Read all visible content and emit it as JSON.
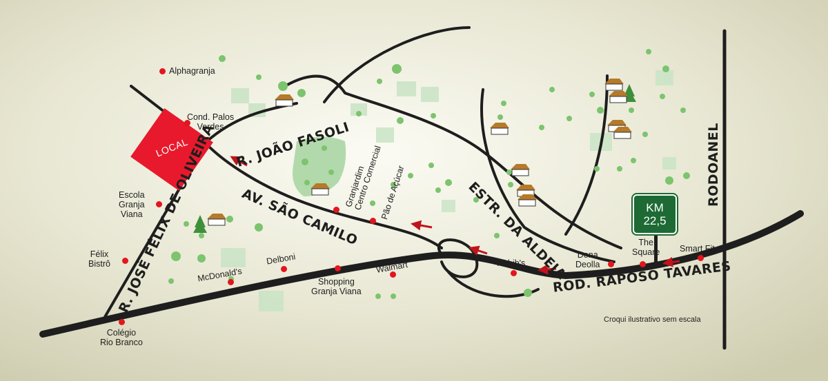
{
  "map": {
    "local_label": "LOCAL",
    "km_sign": {
      "line1": "KM",
      "line2": "22,5"
    },
    "note": "Croqui ilustrativo sem escala",
    "roads": {
      "joao_fasoli": "R. JOÃO FASOLI",
      "jose_felix": "R. JOSÉ FÉLIX DE OLIVEIRA",
      "sao_camilo": "AV. SÃO CAMILO",
      "estr_aldeia": "ESTR. DA ALDEIA",
      "raposo": "ROD. RAPOSO TAVARES",
      "rodoanel": "RODOANEL"
    },
    "places": {
      "alphagranja": "Alphagranja",
      "palos_verdes": "Cond. Palos\nVerdes",
      "escola": "Escola\nGranja\nViana",
      "felix": "Félix\nBistrô",
      "colegio": "Colégio\nRio Branco",
      "mcdonalds": "McDonald's",
      "delboni": "Delboni",
      "shopping": "Shopping\nGranja Viana",
      "walmart": "Walmart",
      "granjardim": "Granjardim\nCentro Comercial",
      "pao": "Pão de Açúcar",
      "habibs": "Habib's",
      "dona_deolla": "Dona\nDeolla",
      "the_square": "The\nSquare",
      "smart_fit": "Smart Fit"
    },
    "colors": {
      "background": "#e9e8d6",
      "road": "#1e1e1e",
      "poi_dot": "#e3151d",
      "local": "#e8192c",
      "km_sign": "#1d6a34",
      "tree": "#7cc46e",
      "park": "#9fd09a"
    }
  }
}
